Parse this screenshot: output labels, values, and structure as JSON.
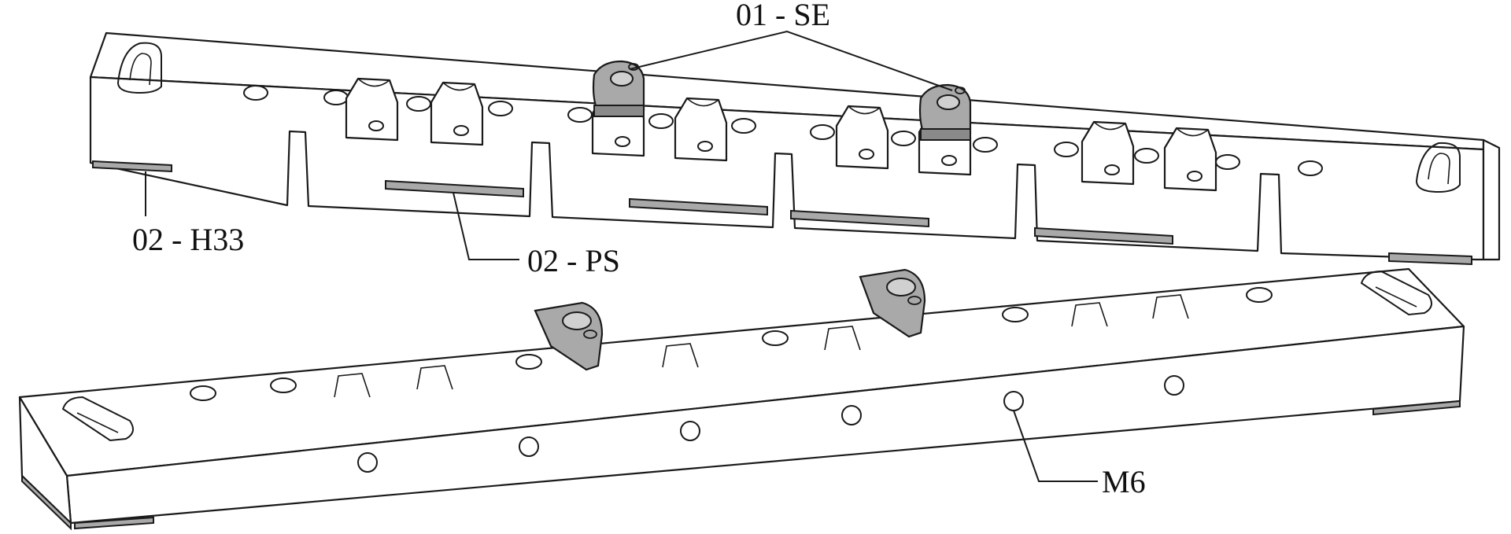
{
  "labels": {
    "se": "01 - SE",
    "h33": "02 - H33",
    "ps": "02 - PS",
    "m6": "M6"
  },
  "colors": {
    "line": "#1a1a1a",
    "part_fill": "#ffffff",
    "component_gray": "#a9a9a9",
    "component_dark": "#8a8a8a"
  },
  "icons": {
    "se_clamp": "clamp-block-icon",
    "pad": "pad-strip-icon",
    "hole": "hole-icon",
    "slot": "slot-icon"
  }
}
